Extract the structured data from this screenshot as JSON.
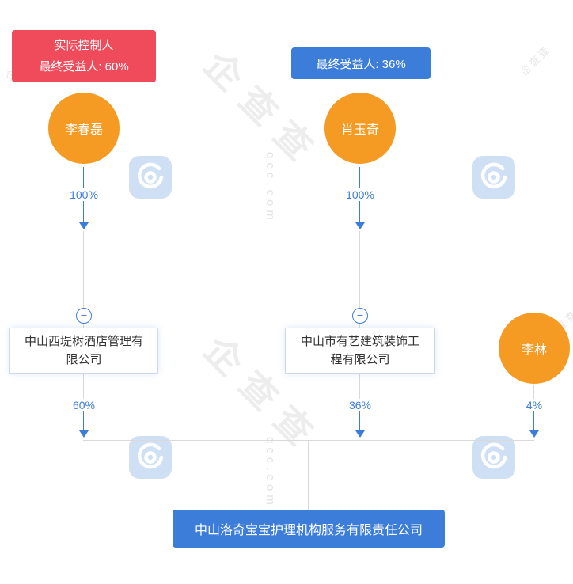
{
  "page": {
    "background": "#ffffff"
  },
  "watermark": {
    "brand": "企查查",
    "domain": "qcc.com"
  },
  "ui": {
    "collapse_glyph": "−"
  },
  "colors": {
    "accent_blue": "#3d7dda",
    "badge_red": "#f04b5a",
    "node_orange": "#f59a23",
    "connector_gray": "#d9d9d9"
  },
  "badges": {
    "actual_controller": {
      "line1": "实际控制人",
      "line2": "最终受益人: 60%"
    },
    "beneficiary": {
      "label": "最终受益人: 36%"
    }
  },
  "nodes": {
    "person1": {
      "name": "李春磊",
      "ownership": "100%"
    },
    "person2": {
      "name": "肖玉奇",
      "ownership": "100%"
    },
    "person3": {
      "name": "李林",
      "ownership": "4%"
    },
    "company1": {
      "name": "中山西堤树酒店管理有限公司",
      "ownership": "60%"
    },
    "company2": {
      "name": "中山市有艺建筑装饰工程有限公司",
      "ownership": "36%"
    },
    "target": {
      "name": "中山洛奇宝宝护理机构服务有限责任公司"
    }
  }
}
